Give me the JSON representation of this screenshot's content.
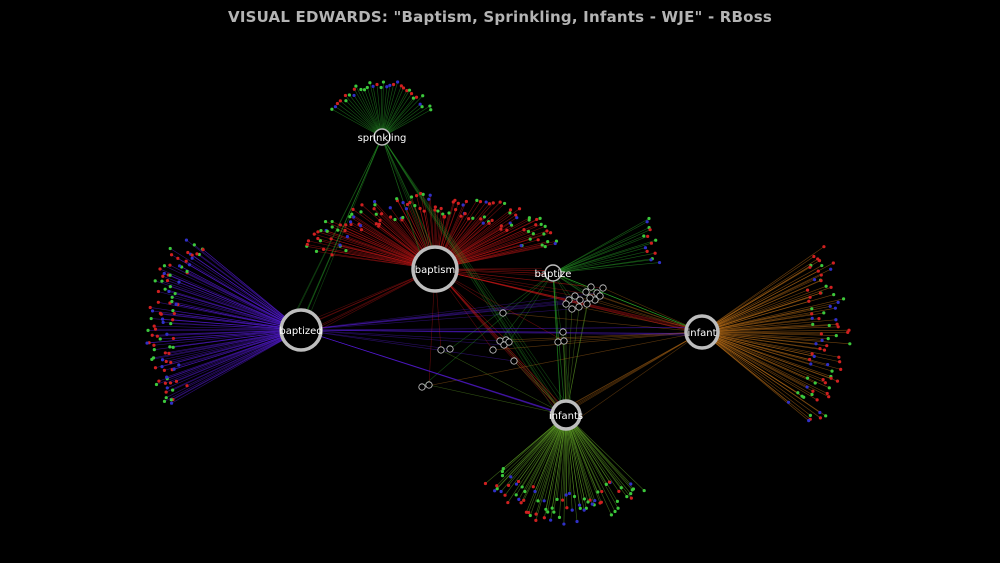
{
  "title": "VISUAL EDWARDS: \"Baptism, Sprinkling, Infants - WJE\" - RBoss",
  "colors": {
    "background": "#000000",
    "hub_ring": "#bdbdbd",
    "baptism_links": "#d01818",
    "baptized_links": "#5a1ee0",
    "sprinkling_links": "#2aa82a",
    "baptize_links": "#2aa82a",
    "infant_links": "#c8761a",
    "infants_links": "#6cb42a",
    "leaf_green": "#3cc83c",
    "leaf_red": "#d02020",
    "leaf_blue": "#3030c8"
  },
  "hubs": [
    {
      "id": "sprinkling",
      "label": "sprinkling",
      "color": "#2aa82a"
    },
    {
      "id": "baptism",
      "label": "baptism",
      "color": "#d01818"
    },
    {
      "id": "baptize",
      "label": "baptize",
      "color": "#2aa82a"
    },
    {
      "id": "baptized",
      "label": "baptized",
      "color": "#5a1ee0"
    },
    {
      "id": "infant",
      "label": "infant",
      "color": "#c8761a"
    },
    {
      "id": "infants",
      "label": "infants",
      "color": "#6cb42a"
    }
  ]
}
